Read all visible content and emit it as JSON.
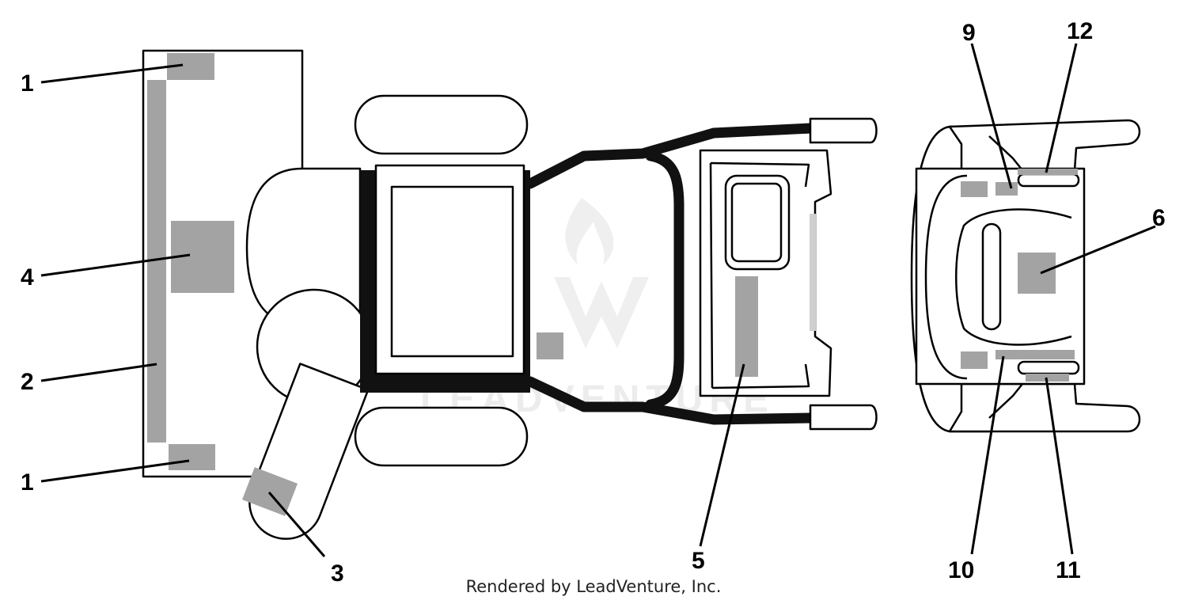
{
  "callouts": {
    "c1_top": "1",
    "c4": "4",
    "c2": "2",
    "c1_bottom": "1",
    "c3": "3",
    "c5": "5",
    "c9": "9",
    "c12": "12",
    "c6": "6",
    "c10": "10",
    "c11": "11"
  },
  "watermark": "LEADVENTURE",
  "footer": "Rendered by LeadVenture, Inc.",
  "colors": {
    "decal": "#a3a3a3",
    "outline": "#000000",
    "heavy_frame": "#111111",
    "watermark": "#ececec"
  }
}
